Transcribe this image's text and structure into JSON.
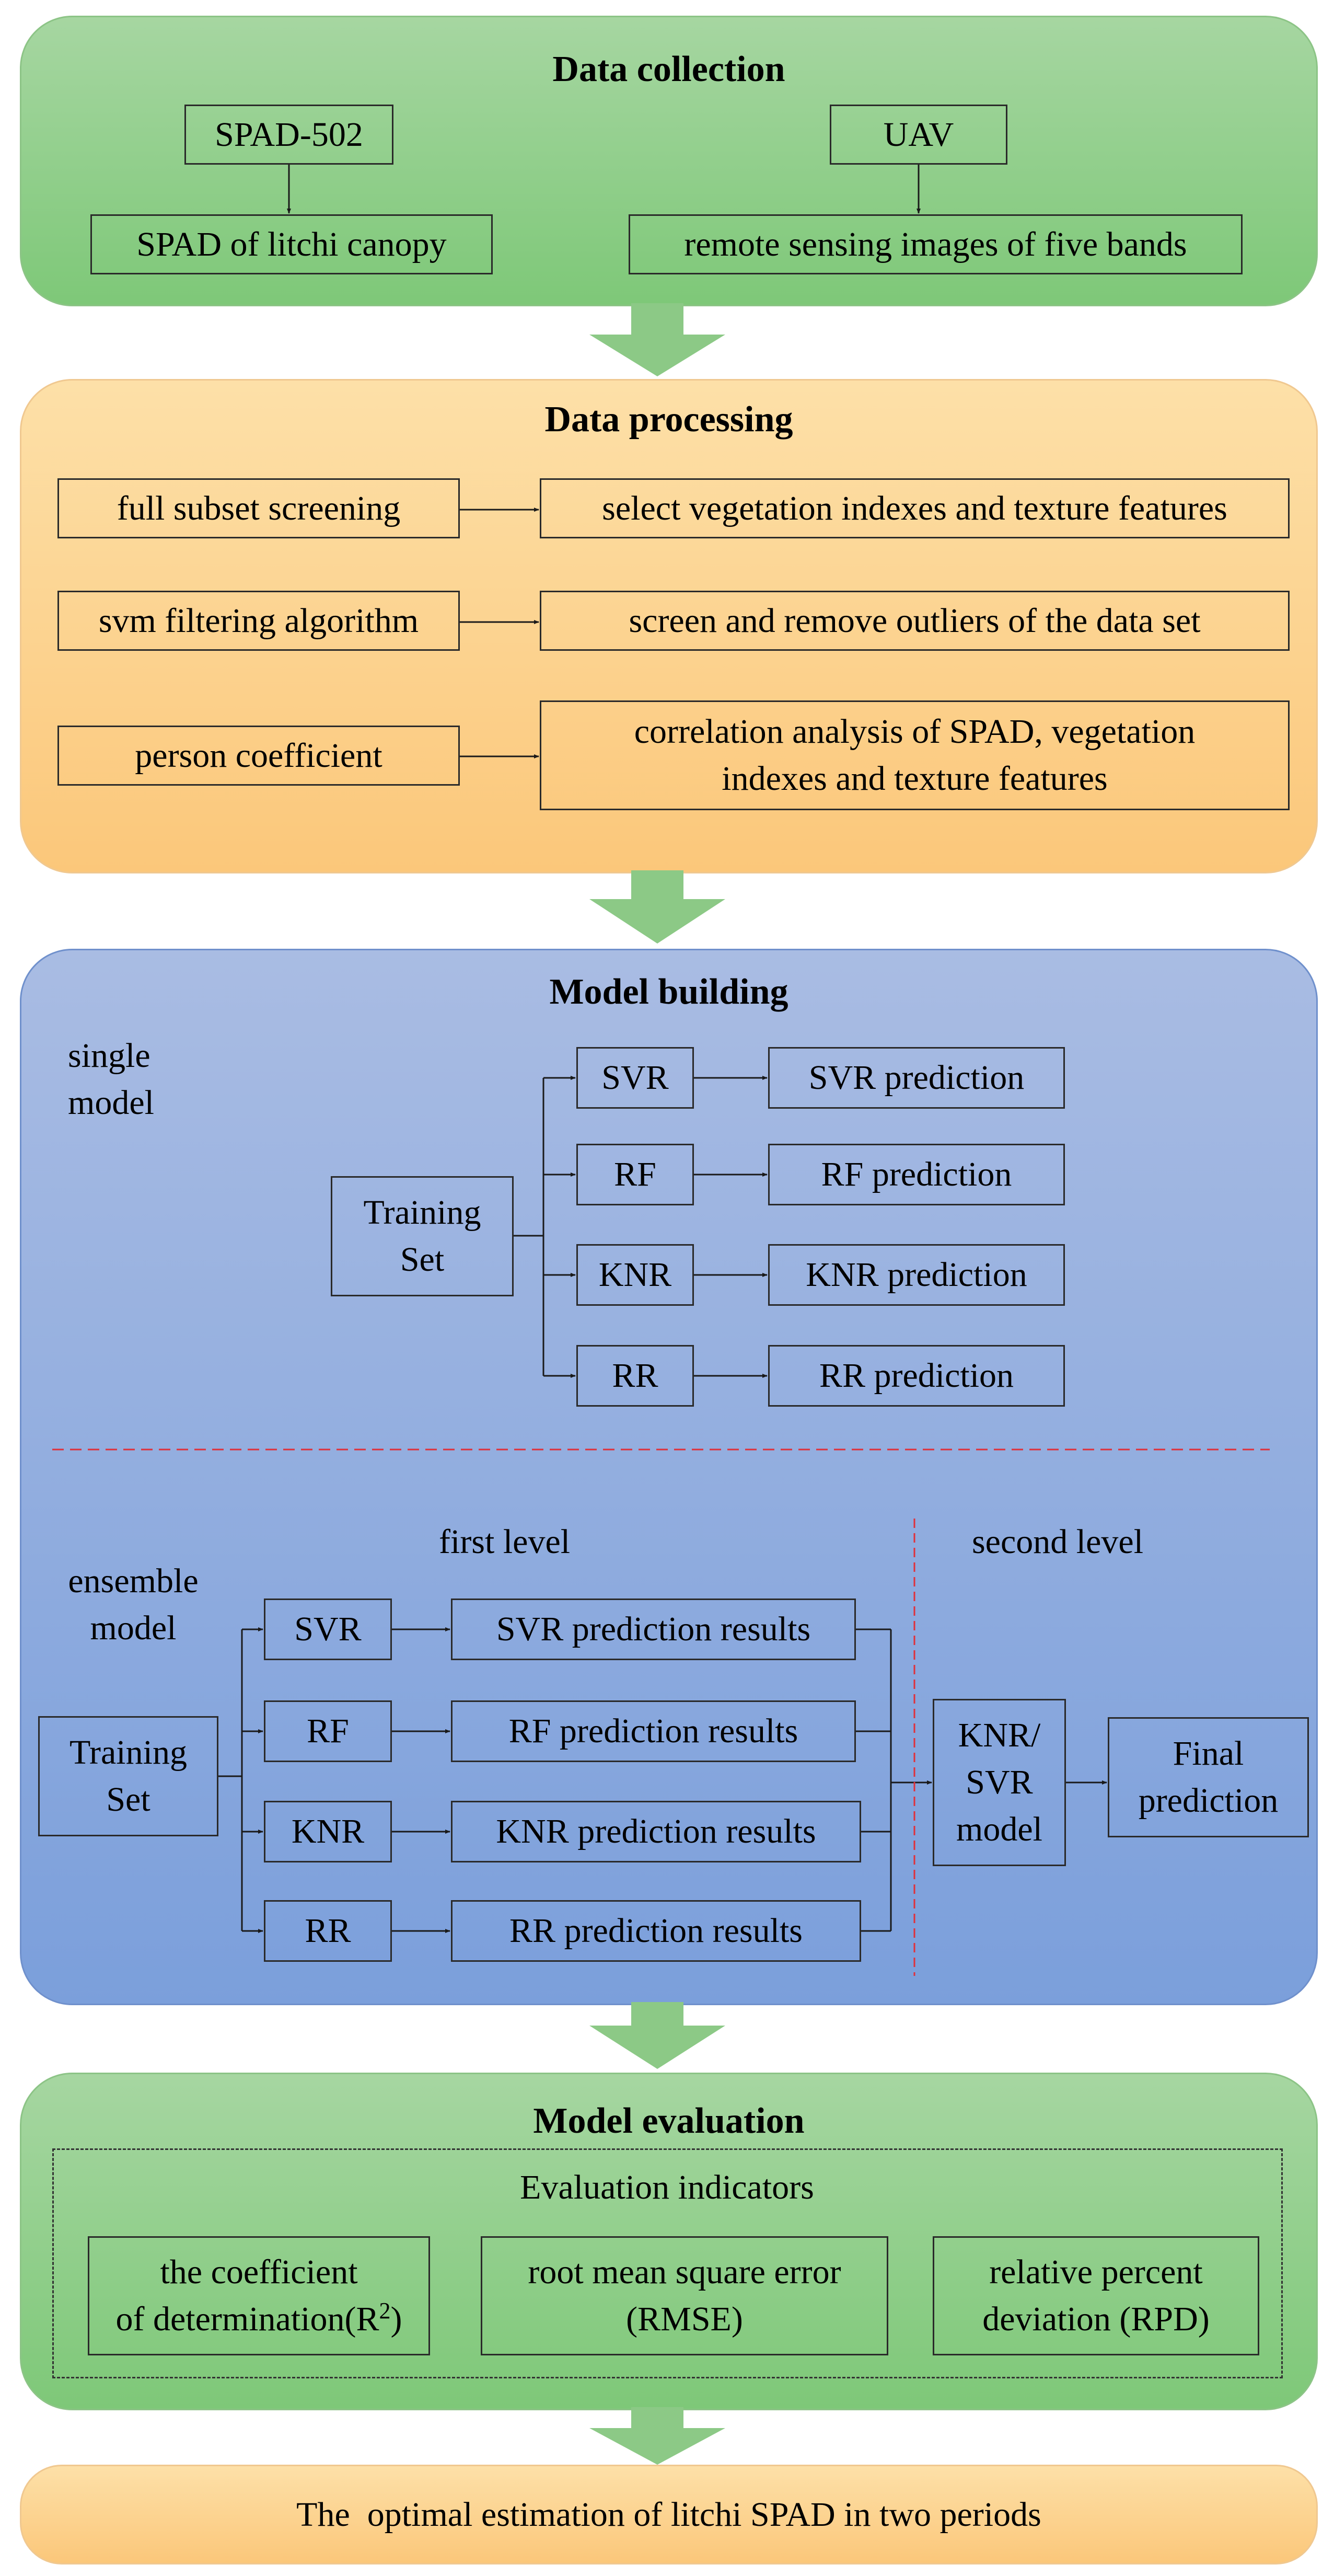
{
  "data_collection": {
    "title": "Data collection",
    "spad_device": "SPAD-502",
    "uav": "UAV",
    "spad_canopy": "SPAD of litchi canopy",
    "remote_images": "remote sensing images of five bands"
  },
  "data_processing": {
    "title": "Data processing",
    "rows": [
      {
        "left": "full subset screening",
        "right": "select vegetation indexes and texture features"
      },
      {
        "left": "svm filtering algorithm",
        "right": "screen and remove outliers of the data set"
      },
      {
        "left": "person coefficient",
        "right_line1": "correlation analysis of SPAD, vegetation",
        "right_line2": "indexes and texture features"
      }
    ]
  },
  "model_building": {
    "title": "Model building",
    "single": {
      "label_line1": "single",
      "label_line2": "model",
      "training_line1": "Training",
      "training_line2": "Set",
      "models": [
        "SVR",
        "RF",
        "KNR",
        "RR"
      ],
      "predictions": [
        "SVR prediction",
        "RF prediction",
        "KNR prediction",
        "RR prediction"
      ]
    },
    "ensemble": {
      "label_line1": "ensemble",
      "label_line2": "model",
      "first_level": "first level",
      "second_level": "second level",
      "training_line1": "Training",
      "training_line2": "Set",
      "models": [
        "SVR",
        "RF",
        "KNR",
        "RR"
      ],
      "results": [
        "SVR prediction results",
        "RF prediction results",
        "KNR prediction results",
        "RR prediction results"
      ],
      "meta_line1": "KNR/",
      "meta_line2": "SVR",
      "meta_line3": "model",
      "final_line1": "Final",
      "final_line2": "prediction"
    }
  },
  "model_evaluation": {
    "title": "Model evaluation",
    "indicators_title": "Evaluation indicators",
    "r2_line1": "the coefficient",
    "r2_line2_prefix": "of determination(R",
    "r2_sup": "2",
    "r2_suffix": ")",
    "rmse_line1": "root mean square error",
    "rmse_line2": "(RMSE)",
    "rpd_line1": "relative percent",
    "rpd_line2": "deviation (RPD)"
  },
  "conclusion": "The  optimal estimation of litchi SPAD in two periods",
  "colors": {
    "green_panel": "#8fcd89",
    "orange_panel": "#fcd28e",
    "blue_panel": "#90aedf",
    "red_dash": "#e0303a",
    "arrow_green": "#8cc986"
  }
}
